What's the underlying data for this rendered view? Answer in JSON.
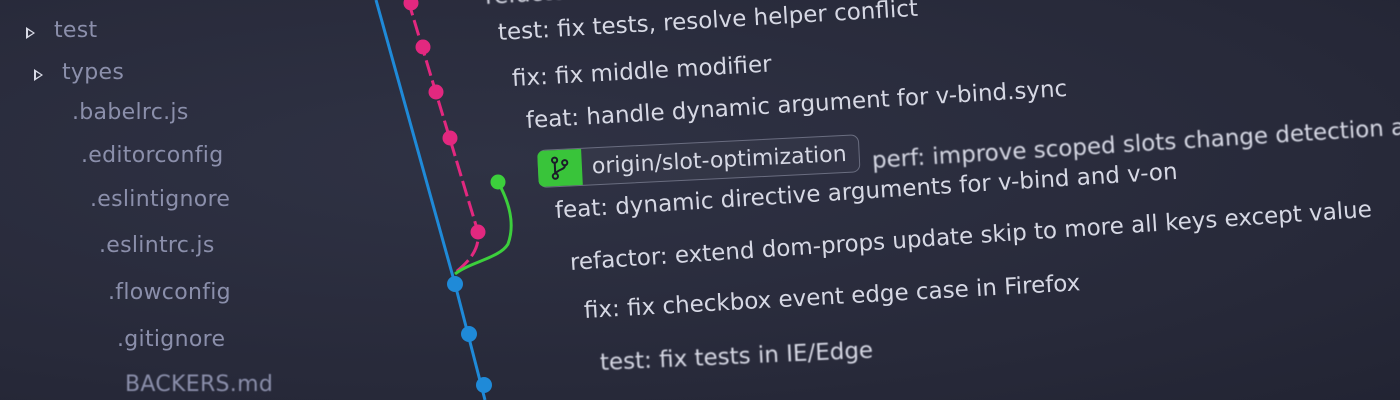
{
  "file_tree": {
    "folders": [
      {
        "label": "test"
      },
      {
        "label": "types"
      }
    ],
    "files": [
      {
        "label": ".babelrc.js"
      },
      {
        "label": ".editorconfig"
      },
      {
        "label": ".eslintignore"
      },
      {
        "label": ".eslintrc.js"
      },
      {
        "label": ".flowconfig"
      },
      {
        "label": ".gitignore"
      },
      {
        "label": "BACKERS.md"
      }
    ]
  },
  "git_log": {
    "commits": [
      {
        "message": "refactor: v-bind ..."
      },
      {
        "message": "test: fix tests, resolve helper conflict"
      },
      {
        "message": "fix: fix middle modifier"
      },
      {
        "message": "feat: handle dynamic argument for v-bind.sync"
      },
      {
        "message": "perf: improve scoped slots change detection a..."
      },
      {
        "message": "feat: dynamic directive arguments for v-bind and v-on"
      },
      {
        "message": "refactor: extend dom-props update skip to more all keys except value"
      },
      {
        "message": "fix: fix checkbox event edge case in Firefox"
      },
      {
        "message": "test: fix tests in IE/Edge"
      }
    ],
    "branch_tag": {
      "label": "origin/slot-optimization",
      "icon": "git-branch-icon"
    }
  },
  "colors": {
    "background": "#2b2d3d",
    "branch_main": "#1f8ad8",
    "branch_feature": "#e2287f",
    "branch_slot": "#3ccf3c",
    "tag_icon_bg": "#39c43a",
    "text": "#d6d8e4",
    "tree_text": "#8b8fab"
  }
}
